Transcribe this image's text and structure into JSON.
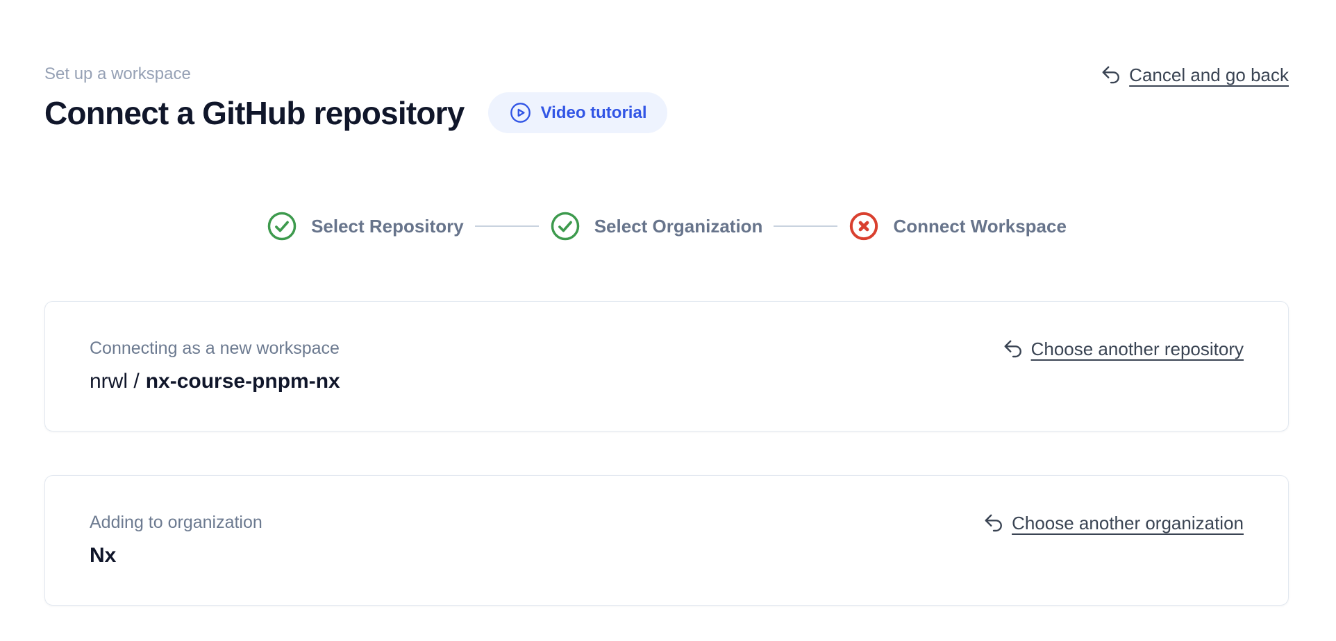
{
  "header": {
    "eyebrow": "Set up a workspace",
    "title": "Connect a GitHub repository",
    "video_tutorial": {
      "label": "Video tutorial",
      "icon": "play-circle-icon"
    },
    "cancel": {
      "label": "Cancel and go back",
      "icon": "undo-arrow-icon"
    }
  },
  "stepper": {
    "steps": [
      {
        "label": "Select Repository",
        "status": "complete",
        "icon": "check-circle-icon"
      },
      {
        "label": "Select Organization",
        "status": "complete",
        "icon": "check-circle-icon"
      },
      {
        "label": "Connect Workspace",
        "status": "error",
        "icon": "x-circle-icon"
      }
    ]
  },
  "repository_card": {
    "label": "Connecting as a new workspace",
    "repo_owner": "nrwl /",
    "repo_name": "nx-course-pnpm-nx",
    "action": {
      "label": "Choose another repository",
      "icon": "undo-arrow-icon"
    }
  },
  "organization_card": {
    "label": "Adding to organization",
    "org_name": "Nx",
    "action": {
      "label": "Choose another organization",
      "icon": "undo-arrow-icon"
    }
  },
  "colors": {
    "accent_blue": "#3155E5",
    "accent_blue_bg": "#EEF3FE",
    "success_green": "#3D9A4D",
    "error_red": "#D9402F",
    "link_text": "#3A4453",
    "muted_text": "#96A1B5",
    "heading_text": "#10162A",
    "card_border": "#E2E8F0",
    "connector": "#C9D3DF"
  }
}
